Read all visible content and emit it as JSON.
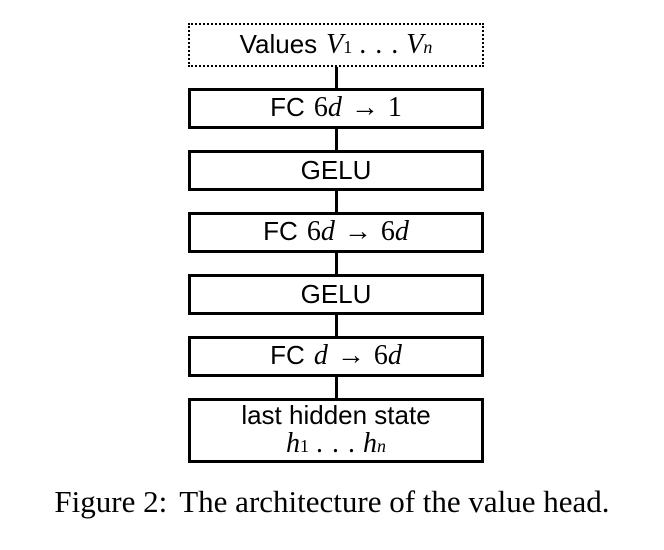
{
  "figure": {
    "caption": {
      "label": "Figure 2:",
      "text": "The architecture of the value head."
    }
  },
  "diagram": {
    "values_box": {
      "word": "Values",
      "var": "V",
      "first_index": "1",
      "dots": ". . .",
      "last_index": "n"
    },
    "fc_top": {
      "prefix": "FC",
      "in_coeff": "6",
      "in_var": "d",
      "arrow": "→",
      "out_coeff": "1",
      "out_var": ""
    },
    "gelu_upper": {
      "label": "GELU"
    },
    "fc_mid": {
      "prefix": "FC",
      "in_coeff": "6",
      "in_var": "d",
      "arrow": "→",
      "out_coeff": "6",
      "out_var": "d"
    },
    "gelu_lower": {
      "label": "GELU"
    },
    "fc_bottom": {
      "prefix": "FC",
      "in_coeff": "",
      "in_var": "d",
      "arrow": "→",
      "out_coeff": "6",
      "out_var": "d"
    },
    "hidden_box": {
      "line1": "last hidden state",
      "var": "h",
      "first_index": "1",
      "dots": ". . .",
      "last_index": "n"
    },
    "colors": {
      "ink": "#000000",
      "background": "#ffffff"
    }
  }
}
